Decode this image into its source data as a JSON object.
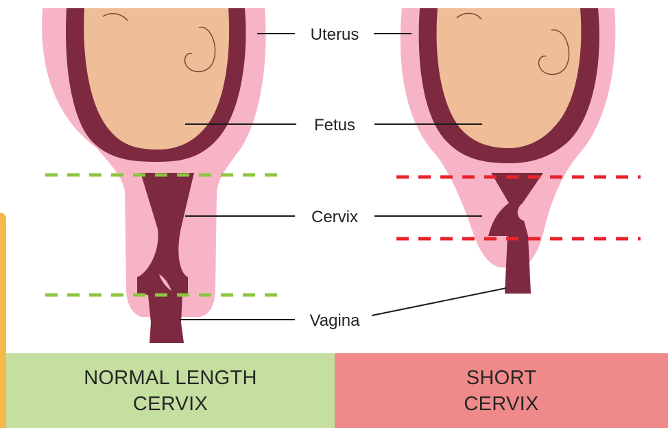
{
  "labels": {
    "uterus": "Uterus",
    "fetus": "Fetus",
    "cervix": "Cervix",
    "vagina": "Vagina"
  },
  "panels": {
    "left": {
      "line1": "NORMAL LENGTH",
      "line2": "CERVIX",
      "bg": "#c4dfa0"
    },
    "right": {
      "line1": "SHORT",
      "line2": "CERVIX",
      "bg": "#f08a8a"
    }
  },
  "colors": {
    "uterus": "#f7b4c6",
    "wall": "#7d2a41",
    "fetus": "#efbd97",
    "normal_marker": "#8cc63f",
    "short_marker": "#e8232e",
    "accent_edge": "#f6b84a"
  }
}
